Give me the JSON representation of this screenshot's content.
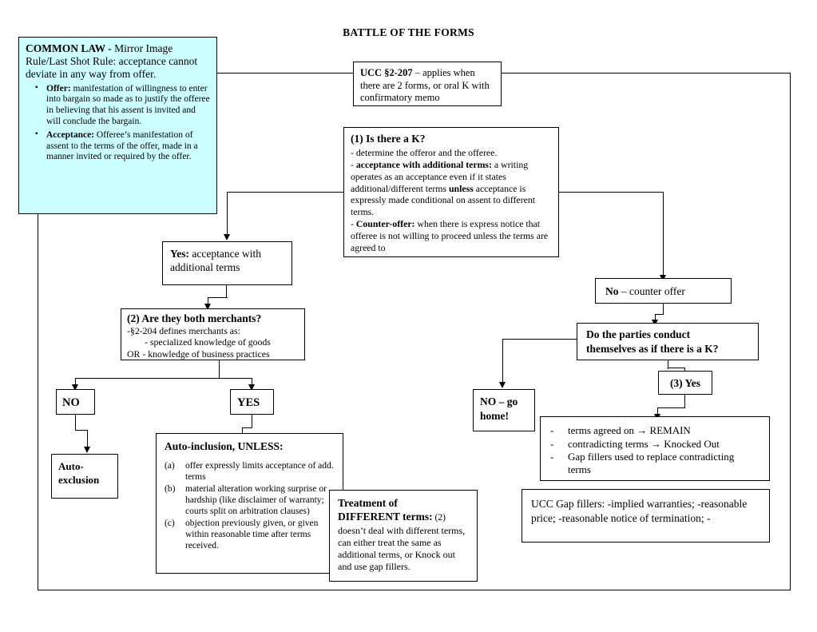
{
  "title": "BATTLE OF THE FORMS",
  "colors": {
    "common_law_fill": "#ccffff",
    "border": "#000000",
    "text": "#000000"
  },
  "boxes": {
    "common_law": {
      "heading_bold": "COMMON LAW -",
      "heading_rest": " Mirror Image Rule/Last Shot Rule:  acceptance cannot deviate in any way from offer.",
      "bullets": [
        {
          "term": "Offer:",
          "text": " manifestation of willingness to enter into bargain so made as to justify the offeree in believing that his assent is invited and will conclude the bargain."
        },
        {
          "term": "Acceptance:",
          "text": " Offeree’s manifestation of assent to the terms of the offer, made in a manner invited or required by the offer."
        }
      ]
    },
    "ucc_2207": {
      "heading_bold": "UCC §2-207",
      "heading_rest": " – applies when there are 2 forms, or oral K with  confirmatory memo"
    },
    "is_there_a_k": {
      "heading": "(1)  Is there a K?",
      "line1": "-  determine the offeror and the offeree.",
      "line2_prefix": "-  ",
      "line2_bold": "acceptance with additional terms:",
      "line2_rest": "  a writing operates as an acceptance even if it states additional/different terms ",
      "line2_bold2": "unless",
      "line2_rest2": " acceptance is expressly made conditional on assent to different terms.",
      "line3_prefix": "-  ",
      "line3_bold": "Counter-offer:",
      "line3_rest": "  when there is express notice that offeree is not willing to proceed unless the terms are agreed to"
    },
    "yes_acceptance": {
      "bold": "Yes:",
      "rest": " acceptance with additional terms"
    },
    "merchants": {
      "heading": "(2) Are they both merchants?",
      "line1": "-§2-204 defines merchants as:",
      "line2": "- specialized knowledge of goods",
      "line3": "OR  -  knowledge of business practices"
    },
    "no_merchants": {
      "label": "NO"
    },
    "yes_merchants": {
      "label": "YES"
    },
    "auto_exclusion": {
      "label": "Auto-exclusion"
    },
    "auto_inclusion": {
      "heading": "Auto-inclusion, UNLESS:",
      "items": [
        {
          "marker": "(a)",
          "text": "offer expressly limits acceptance of add. terms"
        },
        {
          "marker": "(b)",
          "text": "material alteration working surprise or hardship (like disclaimer of warranty; courts split on arbitration clauses)"
        },
        {
          "marker": "(c)",
          "text": "objection previously given, or given within reasonable time after terms received."
        }
      ]
    },
    "different_terms": {
      "heading_line1": "Treatment of",
      "heading_line2": "DIFFERENT terms:",
      "heading_suffix": "  (2)",
      "body": "doesn’t deal with different terms, can either treat the same as additional terms, or Knock out and use gap fillers."
    },
    "no_counter_offer": {
      "bold": "No",
      "rest": " – counter offer"
    },
    "parties_conduct": {
      "line1": "Do the parties conduct",
      "line2": "themselves as if there is a K?"
    },
    "three_yes": {
      "label": "(3) Yes"
    },
    "no_go_home": {
      "line1": "NO – go",
      "line2": "home!"
    },
    "outcomes": {
      "items": [
        "terms agreed on → REMAIN",
        "contradicting terms → Knocked Out",
        "Gap fillers used to replace contradicting terms"
      ]
    },
    "gap_fillers": {
      "text": "UCC Gap fillers:  -implied warranties; -reasonable price; -reasonable notice of termination; -"
    }
  }
}
